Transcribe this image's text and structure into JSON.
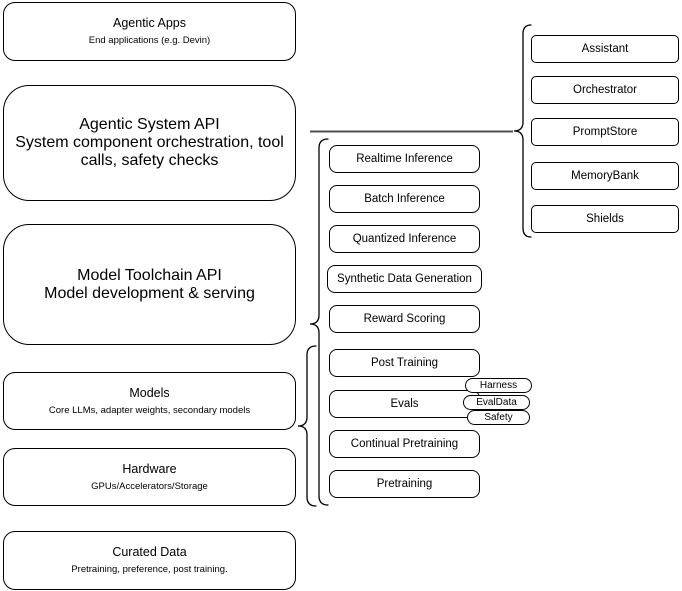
{
  "left_column": [
    {
      "title": "Agentic Apps",
      "subtitle": "End applications (e.g. Devin)"
    },
    {
      "title": "Agentic System API",
      "subtitle": "System component orchestration, tool calls, safety checks"
    },
    {
      "title": "Model Toolchain API",
      "subtitle": "Model development & serving"
    },
    {
      "title": "Models",
      "subtitle": "Core LLMs, adapter weights, secondary models"
    },
    {
      "title": "Hardware",
      "subtitle": "GPUs/Accelerators/Storage"
    },
    {
      "title": "Curated Data",
      "subtitle": "Pretraining, preference, post training."
    }
  ],
  "toolchain_components": [
    "Realtime Inference",
    "Batch Inference",
    "Quantized Inference",
    "Synthetic Data Generation",
    "Reward Scoring",
    "Post Training",
    "Evals",
    "Continual Pretraining",
    "Pretraining"
  ],
  "eval_tags": [
    "Harness",
    "EvalData",
    "Safety"
  ],
  "system_components": [
    "Assistant",
    "Orchestrator",
    "PromptStore",
    "MemoryBank",
    "Shields"
  ],
  "colors": {
    "stroke": "#000000",
    "fill": "#ffffff",
    "connector": "#4d4d4d"
  }
}
